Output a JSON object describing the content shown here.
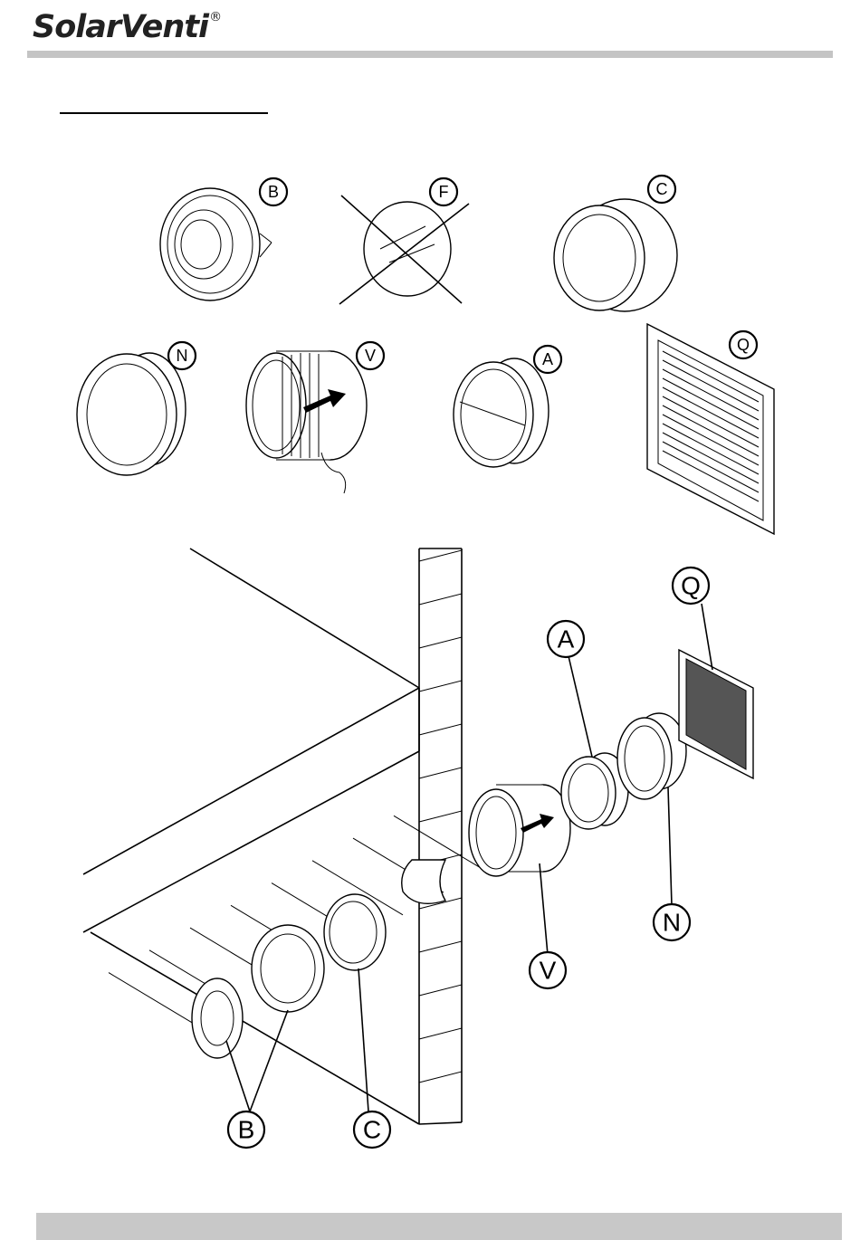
{
  "header": {
    "brand": "SolarVenti",
    "registered": "®"
  },
  "parts_legend": [
    {
      "id": "label-B",
      "text": "B"
    },
    {
      "id": "label-F",
      "text": "F"
    },
    {
      "id": "label-C",
      "text": "C"
    },
    {
      "id": "label-N",
      "text": "N"
    },
    {
      "id": "label-V",
      "text": "V"
    },
    {
      "id": "label-A",
      "text": "A"
    },
    {
      "id": "label-Q",
      "text": "Q"
    }
  ],
  "assembly_labels": {
    "Q": "Q",
    "A": "A",
    "V": "V",
    "N": "N",
    "B": "B",
    "C": "C"
  },
  "colors": {
    "header_rule": "#c4c4c4",
    "footer_bar": "#c8c8c8",
    "brand": "#222222"
  }
}
